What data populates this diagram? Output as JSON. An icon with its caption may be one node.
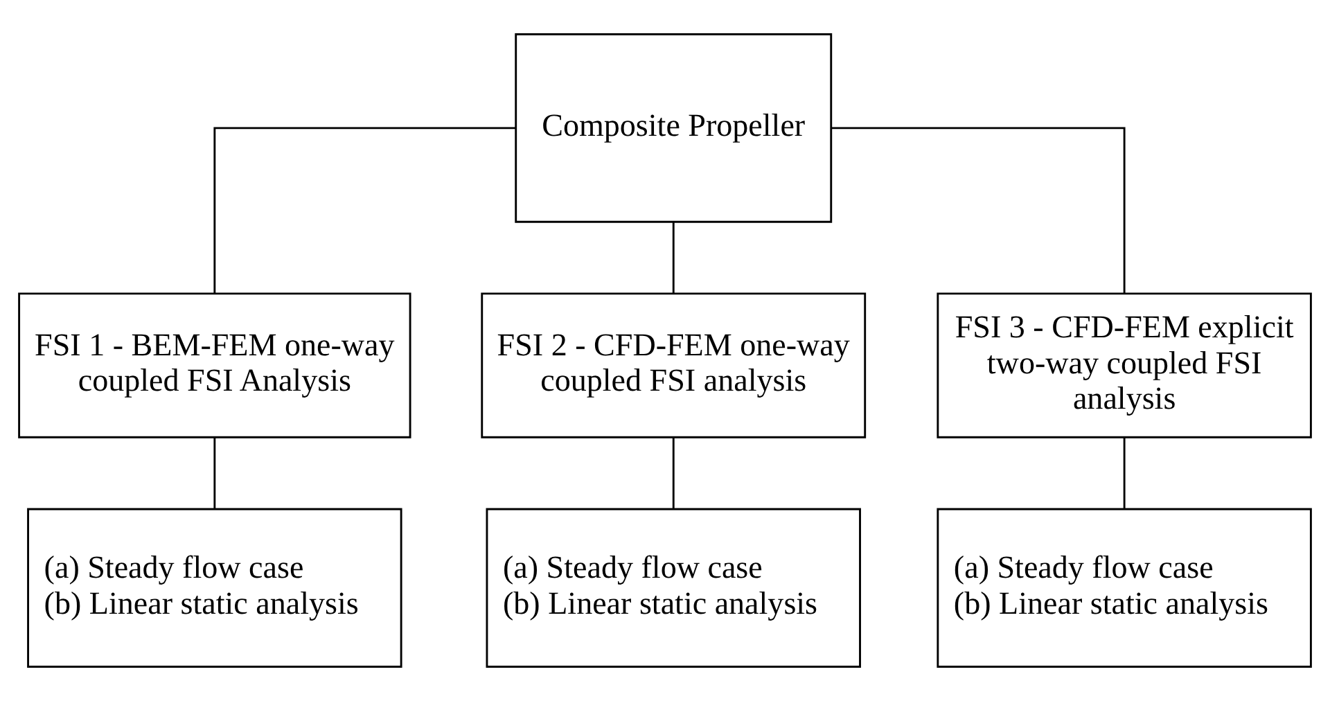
{
  "diagram": {
    "nodes": [
      {
        "text": [
          "Composite Propeller"
        ]
      },
      {
        "text": [
          "FSI 1 - BEM-FEM one-way coupled FSI Analysis"
        ]
      },
      {
        "text": [
          "FSI 2 - CFD-FEM one-way coupled FSI analysis"
        ]
      },
      {
        "text": [
          "FSI 3 - CFD-FEM explicit two-way coupled FSI analysis"
        ]
      },
      {
        "text": [
          "(a) Steady flow case",
          "(b) Linear static analysis"
        ]
      },
      {
        "text": [
          "(a) Steady flow case",
          "(b) Linear static analysis"
        ]
      },
      {
        "text": [
          "(a) Steady flow case",
          "(b) Linear static analysis"
        ]
      }
    ],
    "edges": [
      {
        "from": 0,
        "to": 1,
        "arrow": "none"
      },
      {
        "from": 0,
        "to": 2,
        "arrow": "none"
      },
      {
        "from": 0,
        "to": 3,
        "arrow": "none"
      },
      {
        "from": 1,
        "to": 4,
        "arrow": "none"
      },
      {
        "from": 2,
        "to": 5,
        "arrow": "none"
      },
      {
        "from": 3,
        "to": 6,
        "arrow": "none"
      }
    ]
  }
}
